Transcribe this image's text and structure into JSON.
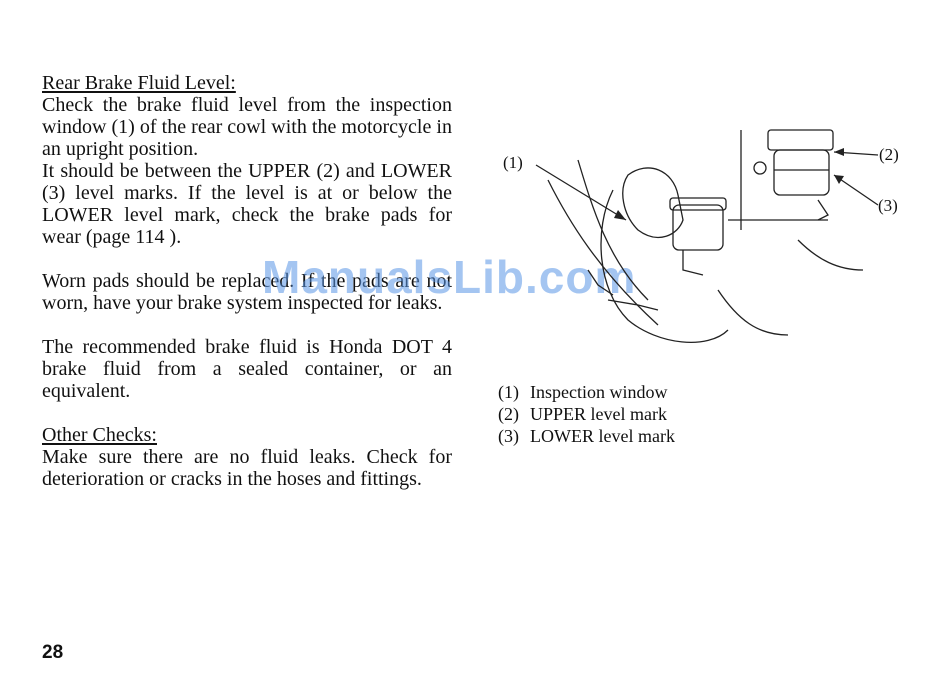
{
  "page": {
    "number": "28",
    "watermark": "ManualsLib.com"
  },
  "section1": {
    "heading": "Rear Brake Fluid Level:",
    "p1": "Check the brake fluid level from the inspection window (1) of the rear cowl with the motorcycle in an upright position.",
    "p2": "It should be between the UPPER (2) and LOWER (3) level marks. If the level is at or below the LOWER level mark, check the brake pads for wear (page 114 ).",
    "p3": "Worn pads should be replaced. If the pads are not worn, have your brake system inspected for leaks.",
    "p4": "The recommended brake fluid is Honda DOT 4 brake fluid from a sealed container, or an equivalent."
  },
  "section2": {
    "heading": "Other Checks:",
    "p1": "Make sure there are no fluid leaks. Check for deterioration or cracks in the hoses and fittings."
  },
  "figure": {
    "callouts": [
      "(1)",
      "(2)",
      "(3)"
    ]
  },
  "legend": [
    {
      "num": "(1)",
      "label": "Inspection window"
    },
    {
      "num": "(2)",
      "label": "UPPER level mark"
    },
    {
      "num": "(3)",
      "label": "LOWER level mark"
    }
  ]
}
